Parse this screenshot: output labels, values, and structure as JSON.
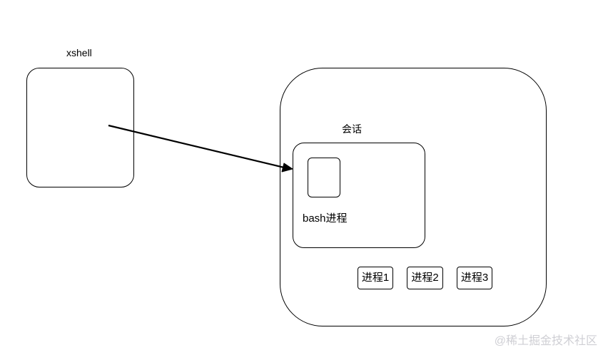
{
  "diagram": {
    "xshell": {
      "label": "xshell"
    },
    "session": {
      "label": "会话"
    },
    "bash": {
      "label": "bash进程"
    },
    "processes": [
      {
        "label": "进程1"
      },
      {
        "label": "进程2"
      },
      {
        "label": "进程3"
      }
    ]
  },
  "watermark": {
    "text": "@稀土掘金技术社区"
  },
  "colors": {
    "stroke": "#000000",
    "background": "#ffffff",
    "watermark": "#cfcfd4"
  }
}
